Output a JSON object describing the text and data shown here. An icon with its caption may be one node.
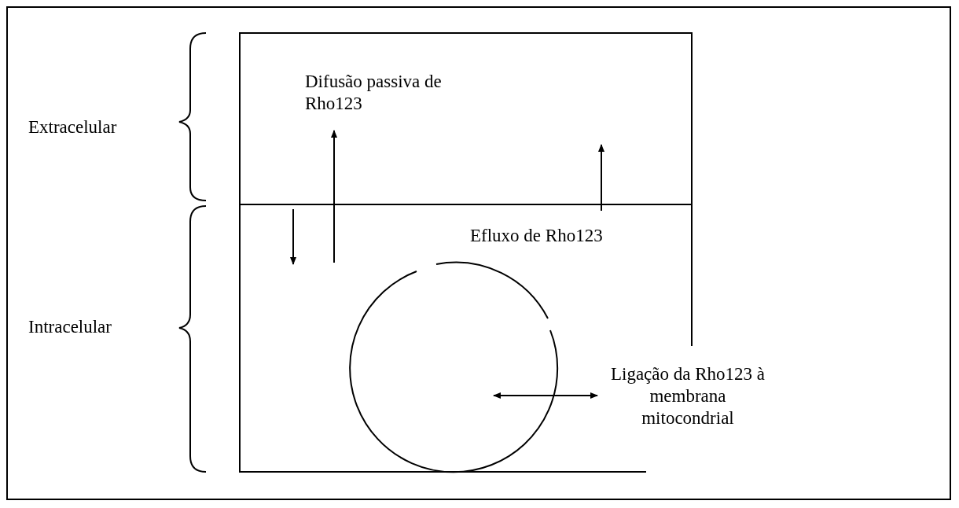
{
  "diagram": {
    "labels": [
      "Extracelular",
      "Intracelular",
      "Difusão passiva de Rho123",
      "Efluxo de Rho123",
      "Ligação da Rho123 à membrana mitocondrial"
    ]
  }
}
